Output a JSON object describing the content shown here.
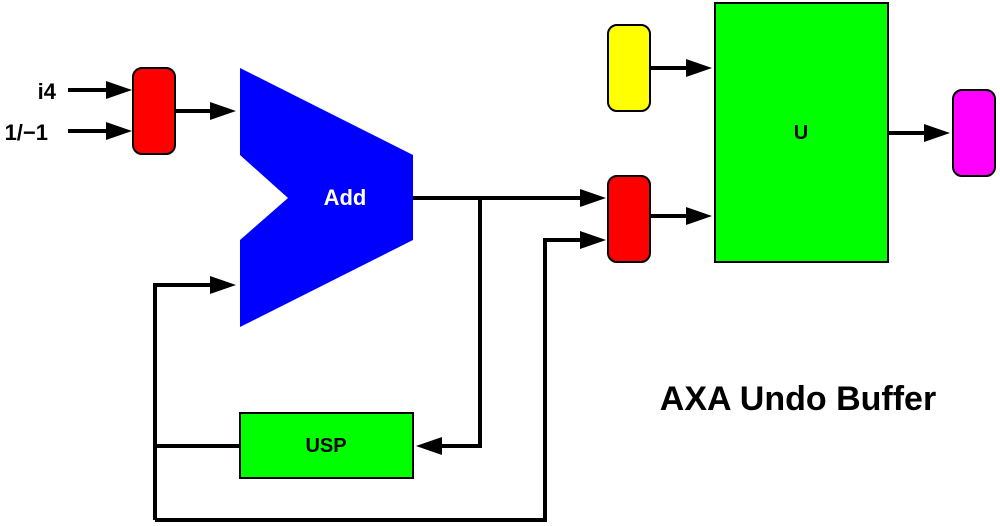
{
  "diagram": {
    "title": "AXA Undo Buffer",
    "inputs": {
      "in1": "i4",
      "in2": "1/−1"
    },
    "adder_label": "Add",
    "usp_label": "USP",
    "u_label": "U"
  },
  "colors": {
    "mux": "#ff0000",
    "adder": "#0000ff",
    "usp": "#00ff00",
    "u_block": "#00ff00",
    "yellow_input": "#ffff00",
    "magenta_output": "#ff00ff"
  }
}
